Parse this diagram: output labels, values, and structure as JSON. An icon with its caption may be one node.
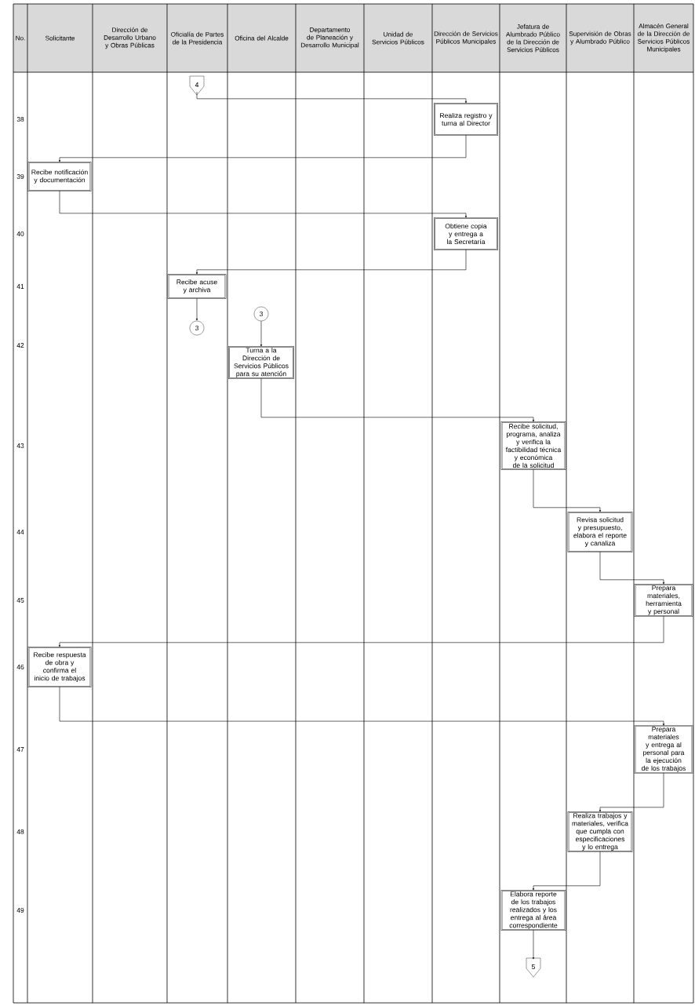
{
  "diagram": {
    "nodes": [
      {
        "text": [
          "4"
        ]
      },
      {
        "text": [
          "Realiza registro y turna al Director"
        ]
      },
      {
        "text": [
          "Recibe notificación y documentación"
        ]
      },
      {
        "text": [
          "Obtiene copia y entrega a la Secretaría"
        ]
      },
      {
        "text": [
          "Recibe acuse y archiva"
        ]
      },
      {
        "text": [
          "3"
        ]
      },
      {
        "text": [
          "3"
        ]
      },
      {
        "text": [
          "Turna a la Dirección de Servicios Públicos para su atención"
        ]
      },
      {
        "text": [
          "Recibe solicitud, programa, analiza y verifica la factibilidad técnica y económica de la solicitud"
        ]
      },
      {
        "text": [
          "Revisa solicitud y presupuesto, elabora el reporte y canaliza"
        ]
      },
      {
        "text": [
          "Prepara materiales, herramienta y personal"
        ]
      },
      {
        "text": [
          "Recibe respuesta de obra y confirma el inicio de trabajos"
        ]
      },
      {
        "text": [
          "Prepara materiales y entrega al personal para la ejecución de los trabajos"
        ]
      },
      {
        "text": [
          "Realiza trabajos y materiales, verifica que cumpla con especificaciones y lo entrega"
        ]
      },
      {
        "text": [
          "Elabora reporte de los trabajos realizados y los entrega al área correspondiente"
        ]
      },
      {
        "text": [
          "5"
        ]
      }
    ],
    "edges": [
      {
        "from": 0,
        "to": 1,
        "arrow": "to"
      },
      {
        "from": 1,
        "to": 2,
        "arrow": "to"
      },
      {
        "from": 2,
        "to": 3,
        "arrow": "to"
      },
      {
        "from": 3,
        "to": 4,
        "arrow": "to"
      },
      {
        "from": 4,
        "to": 5,
        "arrow": "to"
      },
      {
        "from": 6,
        "to": 7,
        "arrow": "to"
      },
      {
        "from": 7,
        "to": 8,
        "arrow": "to"
      },
      {
        "from": 8,
        "to": 9,
        "arrow": "to"
      },
      {
        "from": 9,
        "to": 10,
        "arrow": "to"
      },
      {
        "from": 10,
        "to": 11,
        "arrow": "to"
      },
      {
        "from": 11,
        "to": 12,
        "arrow": "to"
      },
      {
        "from": 12,
        "to": 13,
        "arrow": "to"
      },
      {
        "from": 13,
        "to": 14,
        "arrow": "to"
      },
      {
        "from": 14,
        "to": 15,
        "arrow": "to"
      }
    ],
    "labels": [
      "No.",
      "Solicitante",
      "Dirección de Desarrollo Urbano y Obras Públicas",
      "Oficialía de Partes de la Presidencia",
      "Oficina del Alcalde",
      "Departamento de Planeación y Desarrollo Municipal",
      "Unidad de Servicios Públicos",
      "Dirección de Servicios Públicos Municipales",
      "Jefatura de Alumbrado Público de la Dirección de Servicios Públicos",
      "Supervisión de Obras y Alumbrado Público",
      "Almacén General de la Dirección de Servicios Públicos Municipales",
      "38",
      "39",
      "40",
      "41",
      "42",
      "43",
      "44",
      "45",
      "46",
      "47",
      "48",
      "49"
    ]
  }
}
